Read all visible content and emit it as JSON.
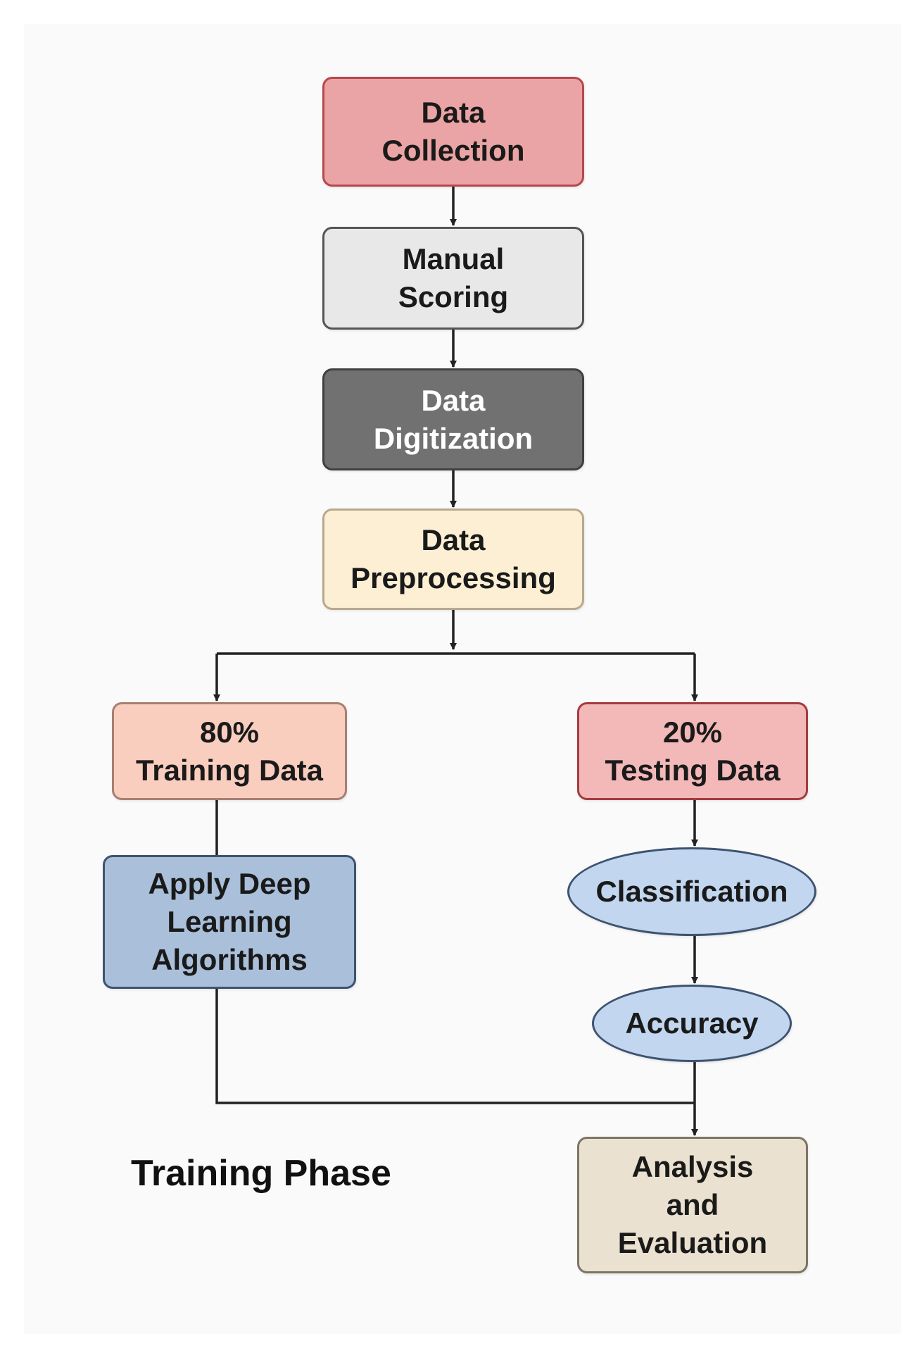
{
  "nodes": {
    "data_collection": "Data\nCollection",
    "manual_scoring": "Manual\nScoring",
    "data_digitization": "Data\nDigitization",
    "data_preprocessing": "Data\nPreprocessing",
    "training_data": "80%\nTraining Data",
    "testing_data": "20%\nTesting Data",
    "deep_learning": "Apply Deep\nLearning\nAlgorithms",
    "classification": "Classification",
    "accuracy": "Accuracy",
    "analysis": "Analysis\nand\nEvaluation"
  },
  "phase_label": "Training Phase",
  "colors": {
    "data_collection": "#eba4a5",
    "manual_scoring": "#e8e8e8",
    "data_digitization": "#717171",
    "data_preprocessing": "#fcefd4",
    "training_data": "#f9cebe",
    "testing_data": "#f3b8b8",
    "deep_learning": "#a9bfda",
    "classification": "#c2d7ef",
    "accuracy": "#c2d7ef",
    "analysis": "#ebe1d0",
    "connector": "#222222"
  }
}
